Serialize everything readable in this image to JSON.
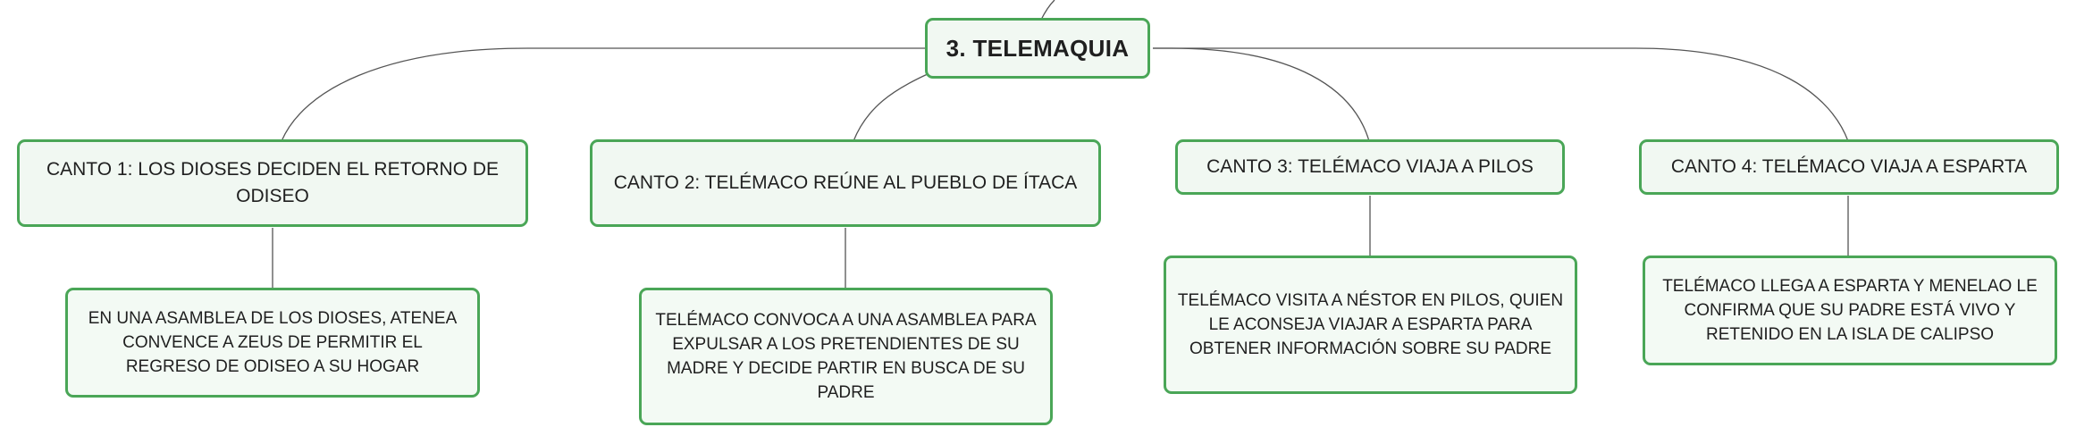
{
  "root": {
    "title": "3. TELEMAQUIA"
  },
  "cantos": [
    {
      "label": "CANTO 1: LOS DIOSES DECIDEN EL RETORNO DE ODISEO",
      "detail": "EN UNA ASAMBLEA DE LOS DIOSES, ATENEA CONVENCE A ZEUS DE PERMITIR EL REGRESO DE ODISEO A SU HOGAR"
    },
    {
      "label": "CANTO 2: TELÉMACO REÚNE AL PUEBLO DE ÍTACA",
      "detail": "TELÉMACO CONVOCA A UNA ASAMBLEA PARA EXPULSAR A LOS PRETENDIENTES DE SU MADRE Y DECIDE PARTIR EN BUSCA DE SU PADRE"
    },
    {
      "label": "CANTO 3: TELÉMACO VIAJA A PILOS",
      "detail": "TELÉMACO VISITA A NÉSTOR EN PILOS, QUIEN LE ACONSEJA VIAJAR A ESPARTA PARA OBTENER INFORMACIÓN SOBRE SU PADRE"
    },
    {
      "label": "CANTO 4: TELÉMACO VIAJA A ESPARTA",
      "detail": "TELÉMACO LLEGA A ESPARTA Y MENELAO LE CONFIRMA QUE SU PADRE ESTÁ VIVO Y RETENIDO EN LA ISLA DE CALIPSO"
    }
  ],
  "colors": {
    "node_border": "#4aa657",
    "node_fill": "#f1f8f2",
    "connector": "#555555",
    "text": "#1f1f1f"
  }
}
